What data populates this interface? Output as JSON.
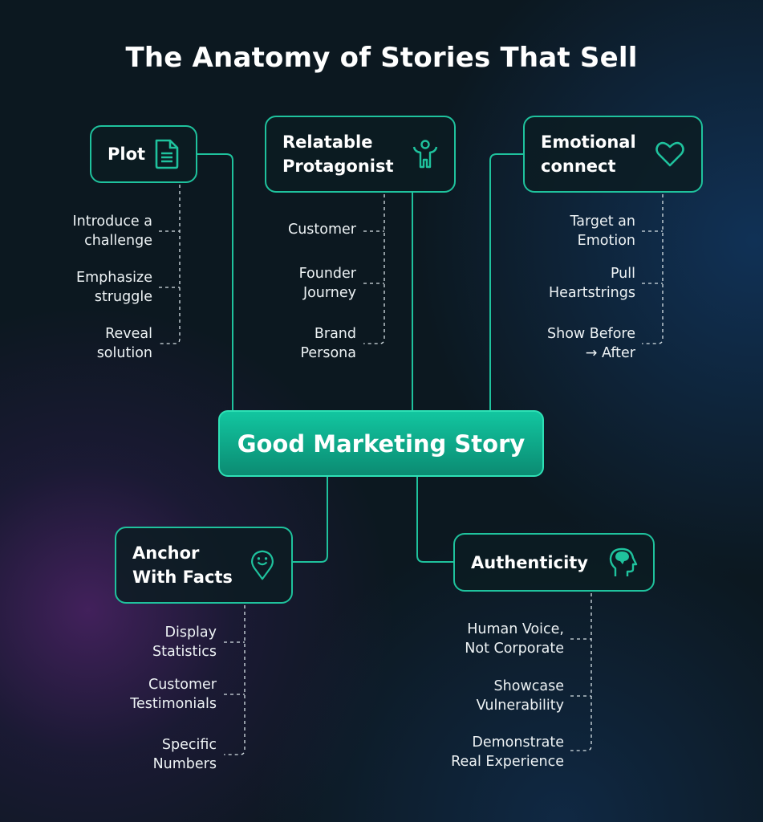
{
  "title": "The Anatomy of Stories That Sell",
  "center": "Good Marketing Story",
  "accent": "#1fc29d",
  "branches": [
    {
      "id": "plot",
      "label": [
        "Plot"
      ],
      "icon": "document-icon",
      "items": [
        [
          "Introduce a",
          "challenge"
        ],
        [
          "Emphasize",
          "struggle"
        ],
        [
          "Reveal",
          "solution"
        ]
      ]
    },
    {
      "id": "protagonist",
      "label": [
        "Relatable",
        "Protagonist"
      ],
      "icon": "person-icon",
      "items": [
        [
          "Customer"
        ],
        [
          "Founder",
          "Journey"
        ],
        [
          "Brand",
          "Persona"
        ]
      ]
    },
    {
      "id": "emotional",
      "label": [
        "Emotional",
        "connect"
      ],
      "icon": "heart-icon",
      "items": [
        [
          "Target an",
          "Emotion"
        ],
        [
          "Pull",
          "Heartstrings"
        ],
        [
          "Show Before",
          "→ After"
        ]
      ]
    },
    {
      "id": "anchor",
      "label": [
        "Anchor",
        "With Facts"
      ],
      "icon": "smiley-pin-icon",
      "items": [
        [
          "Display",
          "Statistics"
        ],
        [
          "Customer",
          "Testimonials"
        ],
        [
          "Specific",
          "Numbers"
        ]
      ]
    },
    {
      "id": "authenticity",
      "label": [
        "Authenticity"
      ],
      "icon": "head-brain-icon",
      "items": [
        [
          "Human Voice,",
          "Not Corporate"
        ],
        [
          "Showcase",
          "Vulnerability"
        ],
        [
          "Demonstrate",
          "Real Experience"
        ]
      ]
    }
  ]
}
